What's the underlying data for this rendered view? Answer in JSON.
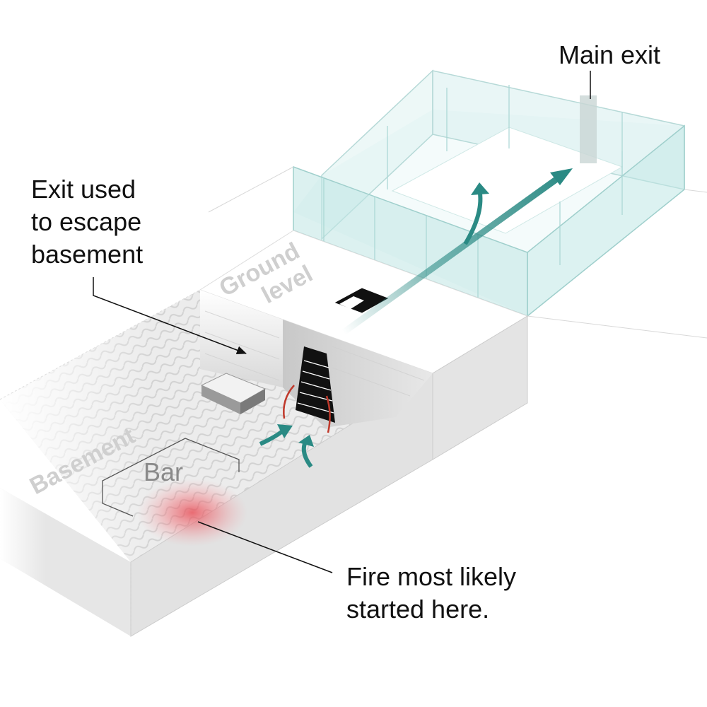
{
  "labels": {
    "main_exit": "Main exit",
    "exit_used_line1": "Exit used",
    "exit_used_line2": "to escape",
    "exit_used_line3": "basement",
    "fire_line1": "Fire most likely",
    "fire_line2": "started here.",
    "bar": "Bar",
    "basement": "Basement",
    "ground_line1": "Ground",
    "ground_line2": "level"
  },
  "colors": {
    "arrow": "#2a8a84",
    "glass": "#bfe6e4",
    "fire": "#e8404a",
    "stair_rail": "#c0392b",
    "stairs": "#111111"
  }
}
